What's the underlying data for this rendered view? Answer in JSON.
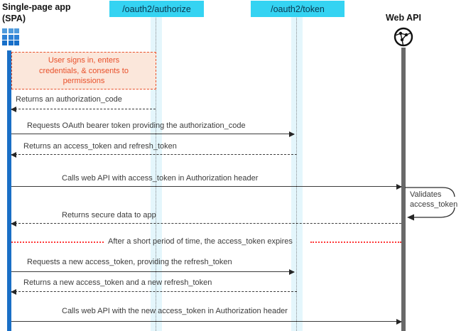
{
  "actors": {
    "spa": {
      "title_line1": "Single-page app",
      "title_line2": "(SPA)"
    },
    "authorize": {
      "label": "/oauth2/authorize"
    },
    "token": {
      "label": "/oauth2/token"
    },
    "webapi": {
      "label": "Web API"
    }
  },
  "note": {
    "lines": [
      "User signs in, enters",
      "credentials, & consents to",
      "permissions"
    ]
  },
  "messages": [
    {
      "label": "Returns an authorization_code",
      "from": "authorize",
      "to": "spa",
      "style": "dashed"
    },
    {
      "label": "Requests OAuth bearer token providing the authorization_code",
      "from": "spa",
      "to": "token",
      "style": "solid"
    },
    {
      "label": "Returns an access_token and refresh_token",
      "from": "token",
      "to": "spa",
      "style": "dashed"
    },
    {
      "label": "Calls web API with access_token in Authorization header",
      "from": "spa",
      "to": "webapi",
      "style": "solid"
    },
    {
      "label": "Returns secure data to app",
      "from": "webapi",
      "to": "spa",
      "style": "dashed"
    },
    {
      "label": "Requests a new access_token, providing the refresh_token",
      "from": "spa",
      "to": "token",
      "style": "solid"
    },
    {
      "label": "Returns a new access_token and a new refresh_token",
      "from": "token",
      "to": "spa",
      "style": "dashed"
    },
    {
      "label": "Calls web API with the new access_token in Authorization header",
      "from": "spa",
      "to": "webapi",
      "style": "solid"
    }
  ],
  "self_note": {
    "label": "Validates access_token"
  },
  "separator": {
    "label": "After a short period of time, the access_token expires"
  },
  "colors": {
    "endpoint_fill": "#35d3f2",
    "lifeline_band": "#e4f6fc",
    "spa_bar": "#1a6fc6",
    "webapi_bar": "#696969",
    "note_border": "#e8502a",
    "note_fill": "#fbe7db",
    "separator_red": "#ff3838",
    "message_text": "#3b3b3b"
  }
}
